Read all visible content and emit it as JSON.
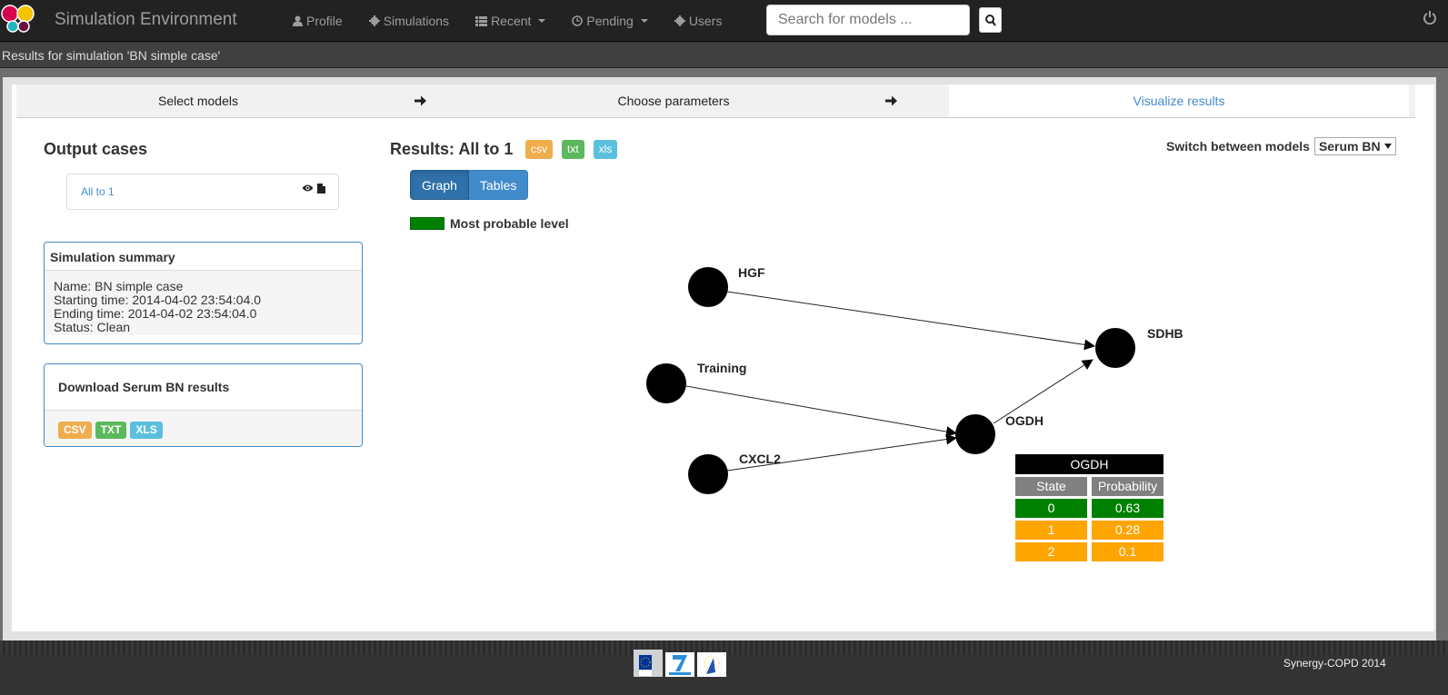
{
  "navbar": {
    "brand": "Simulation Environment",
    "items": [
      {
        "label": "Profile",
        "icon": "user-icon"
      },
      {
        "label": "Simulations",
        "icon": "gear-icon"
      },
      {
        "label": "Recent",
        "icon": "list-icon",
        "dropdown": true
      },
      {
        "label": "Pending",
        "icon": "clock-icon",
        "dropdown": true
      },
      {
        "label": "Users",
        "icon": "gear-icon"
      }
    ],
    "search": {
      "placeholder": "Search for models ...",
      "value": ""
    },
    "power_icon": "power-icon"
  },
  "subheader": {
    "title": "Results for simulation 'BN simple case'"
  },
  "wizard": {
    "steps": [
      {
        "label": "Select models",
        "active": false
      },
      {
        "label": "Choose parameters",
        "active": false
      },
      {
        "label": "Visualize results",
        "active": true
      }
    ]
  },
  "output_cases": {
    "heading": "Output cases",
    "items": [
      {
        "label": "All to 1",
        "icons": [
          "eye-icon",
          "file-icon"
        ]
      }
    ]
  },
  "summary": {
    "title": "Simulation summary",
    "name": "Name: BN simple case",
    "start": "Starting time: 2014-04-02 23:54:04.0",
    "end": "Ending time: 2014-04-02 23:54:04.0",
    "status": "Status: Clean"
  },
  "download": {
    "title": "Download Serum BN results",
    "formats": [
      "CSV",
      "TXT",
      "XLS"
    ]
  },
  "results": {
    "title": "Results: All to 1",
    "formats": [
      "csv",
      "txt",
      "xls"
    ],
    "view_buttons": [
      {
        "label": "Graph",
        "active": true
      },
      {
        "label": "Tables",
        "active": false
      }
    ],
    "legend": {
      "label": "Most probable level",
      "color": "#008000"
    },
    "switch_label": "Switch between models",
    "model_selected": "Serum BN"
  },
  "graph": {
    "nodes": [
      {
        "id": "HGF",
        "label": "HGF"
      },
      {
        "id": "Training",
        "label": "Training"
      },
      {
        "id": "CXCL2",
        "label": "CXCL2"
      },
      {
        "id": "OGDH",
        "label": "OGDH"
      },
      {
        "id": "SDHB",
        "label": "SDHB"
      }
    ],
    "edges": [
      [
        "HGF",
        "SDHB"
      ],
      [
        "Training",
        "OGDH"
      ],
      [
        "CXCL2",
        "OGDH"
      ],
      [
        "OGDH",
        "SDHB"
      ]
    ]
  },
  "prob_table": {
    "node": "OGDH",
    "headers": [
      "State",
      "Probability"
    ],
    "rows": [
      {
        "state": "0",
        "prob": "0.63",
        "color": "#008000"
      },
      {
        "state": "1",
        "prob": "0.28",
        "color": "#ffa500"
      },
      {
        "state": "2",
        "prob": "0.1",
        "color": "#ffa500"
      }
    ]
  },
  "footer": {
    "text": "Synergy-COPD 2014",
    "logos": [
      "ec-logo",
      "fp7-logo",
      "synergy-logo"
    ]
  }
}
